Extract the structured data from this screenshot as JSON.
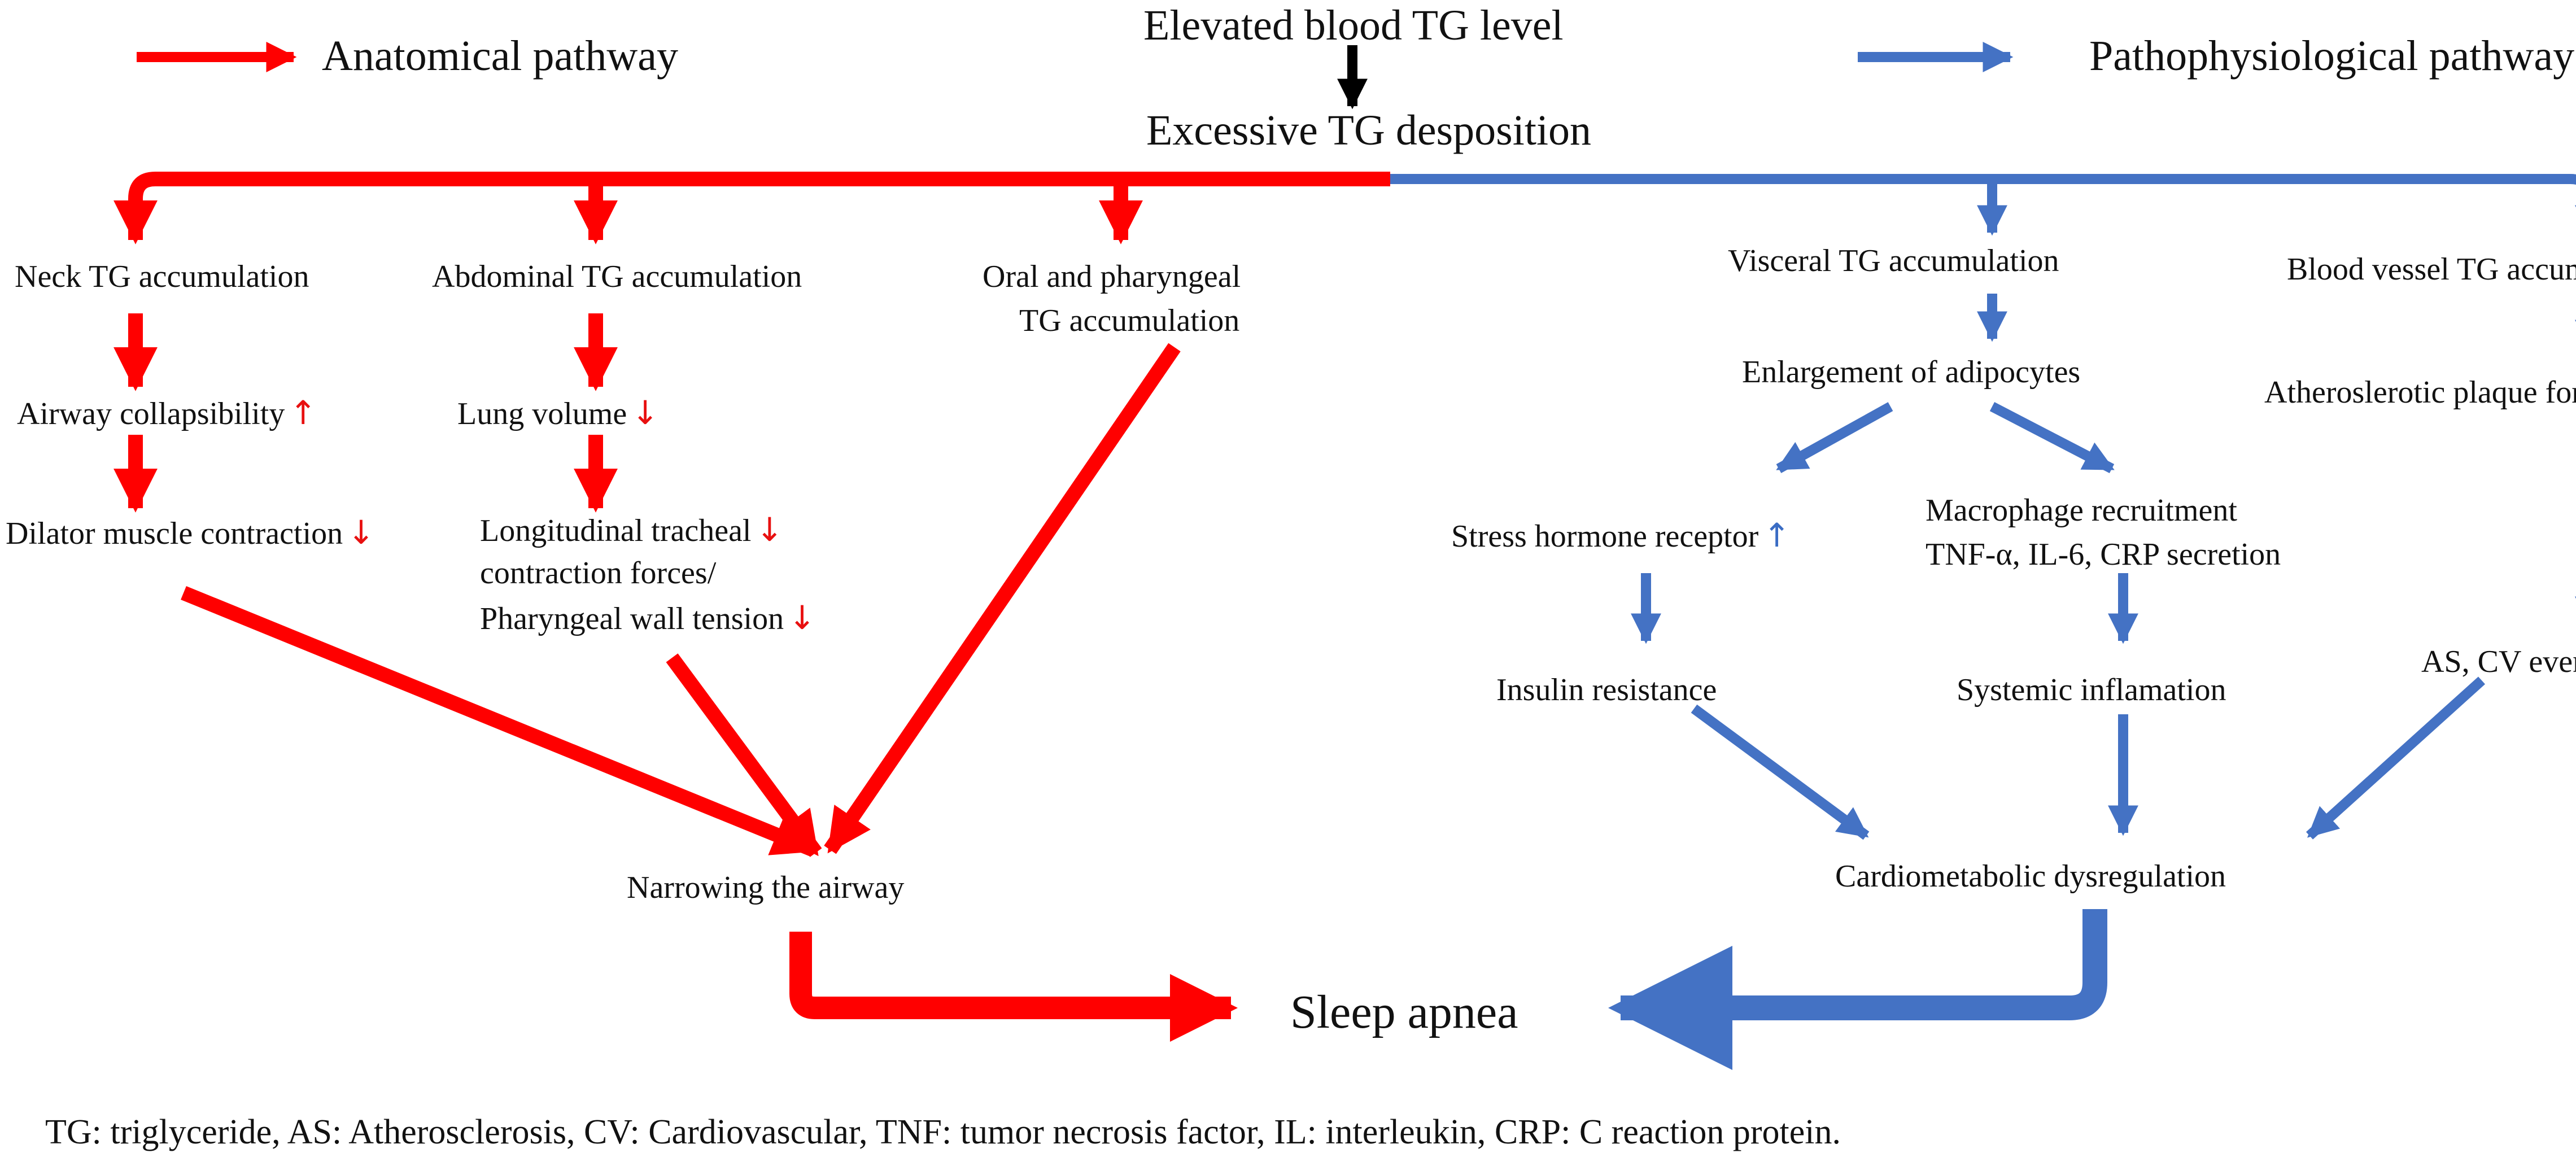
{
  "colors": {
    "anatomical": "#ff0000",
    "pathophysiological": "#4472c4",
    "top_arrow": "#000000"
  },
  "legend": {
    "anatomical_label": "Anatomical pathway",
    "pathophysiological_label": "Pathophysiological pathway"
  },
  "top": {
    "title": "Elevated blood TG level",
    "deposition": "Excessive TG desposition"
  },
  "anatomical": {
    "neck": "Neck TG accumulation",
    "abdominal": "Abdominal TG accumulation",
    "oral_line1": "Oral and pharyngeal",
    "oral_line2": "TG accumulation",
    "airway": "Airway collapsibility",
    "lung": "Lung volume",
    "dilator": "Dilator muscle contraction",
    "long_line1": "Longitudinal tracheal",
    "long_line2": "contraction forces/",
    "long_line3": "Pharyngeal wall tension",
    "narrowing": "Narrowing the airway"
  },
  "patho": {
    "visceral": "Visceral TG accumulation",
    "vessel": "Blood vessel TG accumulation",
    "enlargement": "Enlargement of adipocytes",
    "athero": "Atheroslerotic plaque formation",
    "stress": "Stress hormone receptor",
    "macro_line1": "Macrophage recruitment",
    "macro_line2": "TNF-α, IL-6, CRP secretion",
    "insulin": "Insulin resistance",
    "systemic": "Systemic inflamation",
    "as_cv": "AS, CV events",
    "cardio": "Cardiometabolic dysregulation"
  },
  "sleep_apnea": "Sleep apnea",
  "marks": {
    "up": "↑",
    "down": "↓"
  },
  "footnote": "TG: triglyceride, AS: Atherosclerosis, CV: Cardiovascular, TNF: tumor necrosis factor, IL: interleukin, CRP: C reaction protein."
}
